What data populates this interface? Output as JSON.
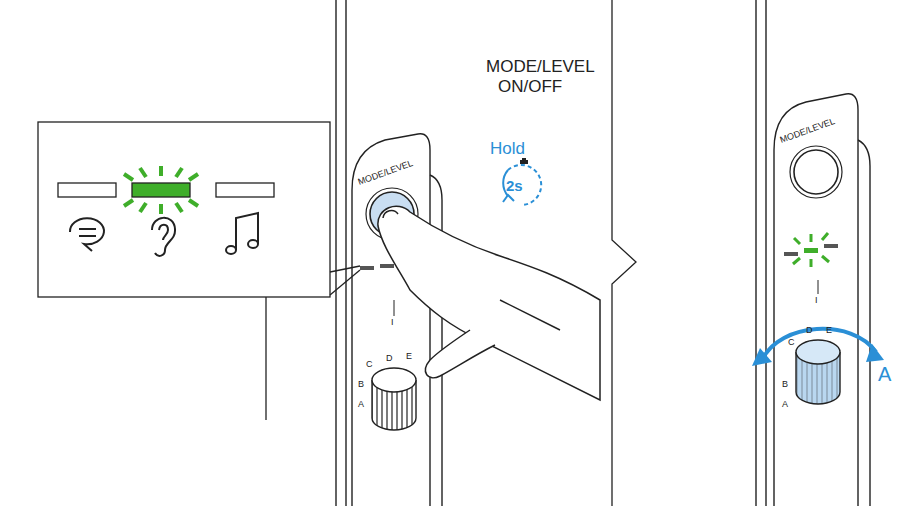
{
  "diagram": {
    "labels": [
      "MODE/LEVEL",
      "ON/OFF",
      "Hold",
      "2s",
      "MODE/LEVEL",
      "I",
      "A",
      "B",
      "C",
      "D",
      "E",
      "MODE/LEVEL",
      "I",
      "A",
      "B",
      "C",
      "D",
      "E",
      "A"
    ]
  }
}
